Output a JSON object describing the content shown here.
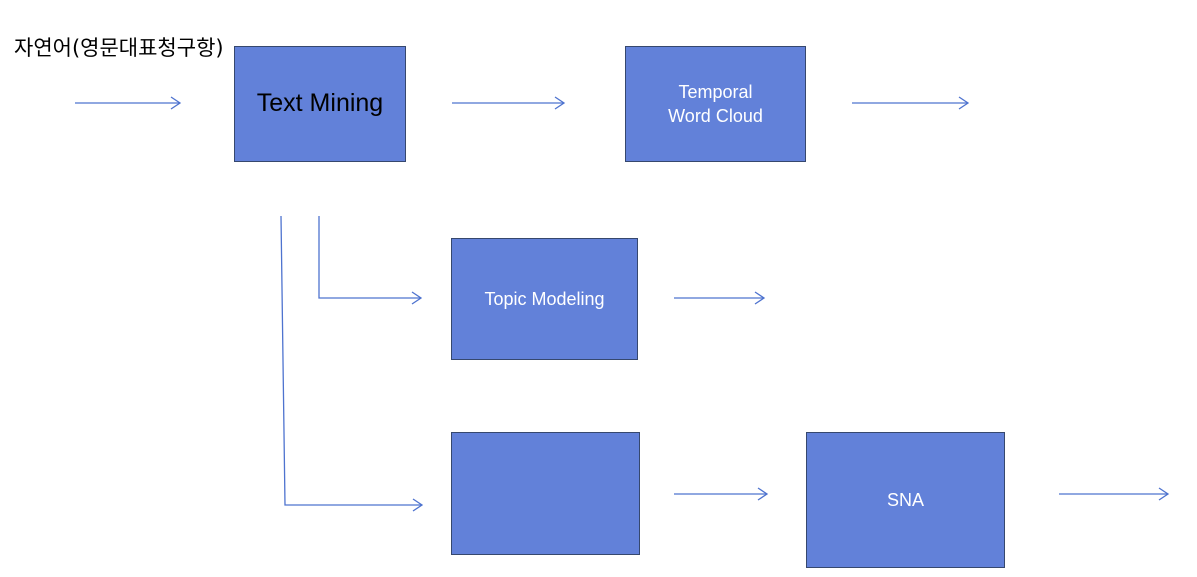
{
  "diagram": {
    "header_text": "자연어(영문대표청구항)",
    "boxes": {
      "text_mining": "Text Mining",
      "temporal_word_cloud": "Temporal\nWord Cloud",
      "topic_modeling": "Topic Modeling",
      "blank": "",
      "sna": "SNA"
    },
    "colors": {
      "box_fill": "#6281d9",
      "box_border": "#36486e",
      "arrow": "#4e73cf",
      "box_text": "#ffffff"
    }
  }
}
